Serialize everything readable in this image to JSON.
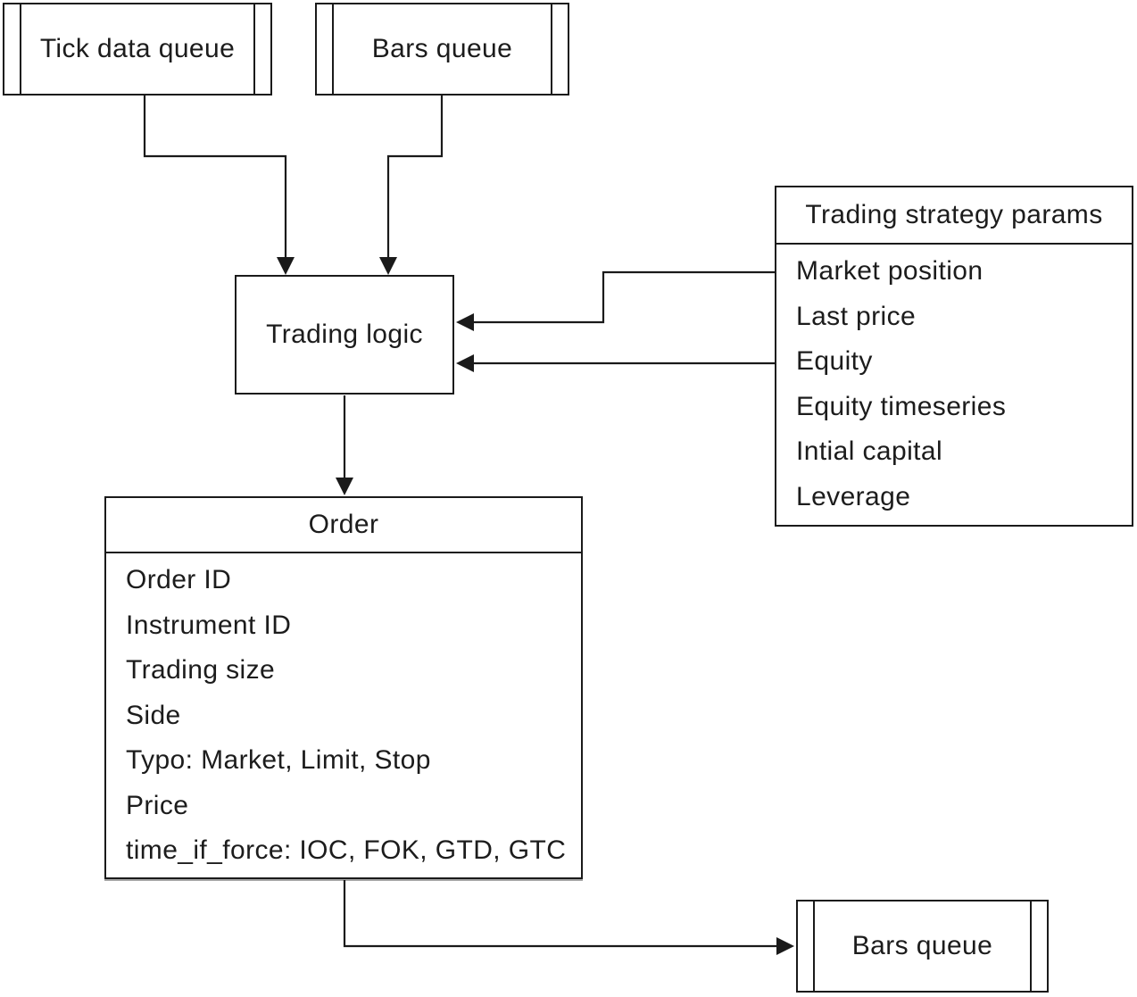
{
  "diagram": {
    "background": "#ffffff",
    "line_color": "#1a1a1a",
    "text_color": "#1c1c1c",
    "nodes": {
      "tick_data_queue": {
        "label": "Tick data queue",
        "shape": "queue"
      },
      "bars_queue_top": {
        "label": "Bars queue",
        "shape": "queue"
      },
      "trading_logic": {
        "label": "Trading logic",
        "shape": "process"
      },
      "trading_strategy_params": {
        "title": "Trading strategy params",
        "items": [
          "Market position",
          "Last price",
          "Equity",
          "Equity timeseries",
          "Intial capital",
          "Leverage"
        ]
      },
      "order": {
        "title": "Order",
        "items": [
          "Order ID",
          "Instrument ID",
          "Trading size",
          "Side",
          "Typo: Market, Limit, Stop",
          "Price",
          "time_if_force: IOC, FOK, GTD, GTC"
        ]
      },
      "bars_queue_bottom": {
        "label": "Bars queue",
        "shape": "queue"
      }
    },
    "edges": [
      {
        "from": "tick_data_queue",
        "to": "trading_logic"
      },
      {
        "from": "bars_queue_top",
        "to": "trading_logic"
      },
      {
        "from": "trading_strategy_params",
        "to": "trading_logic",
        "row": "Market position"
      },
      {
        "from": "trading_strategy_params",
        "to": "trading_logic",
        "row": "Equity"
      },
      {
        "from": "trading_logic",
        "to": "order"
      },
      {
        "from": "order",
        "to": "bars_queue_bottom"
      }
    ]
  }
}
